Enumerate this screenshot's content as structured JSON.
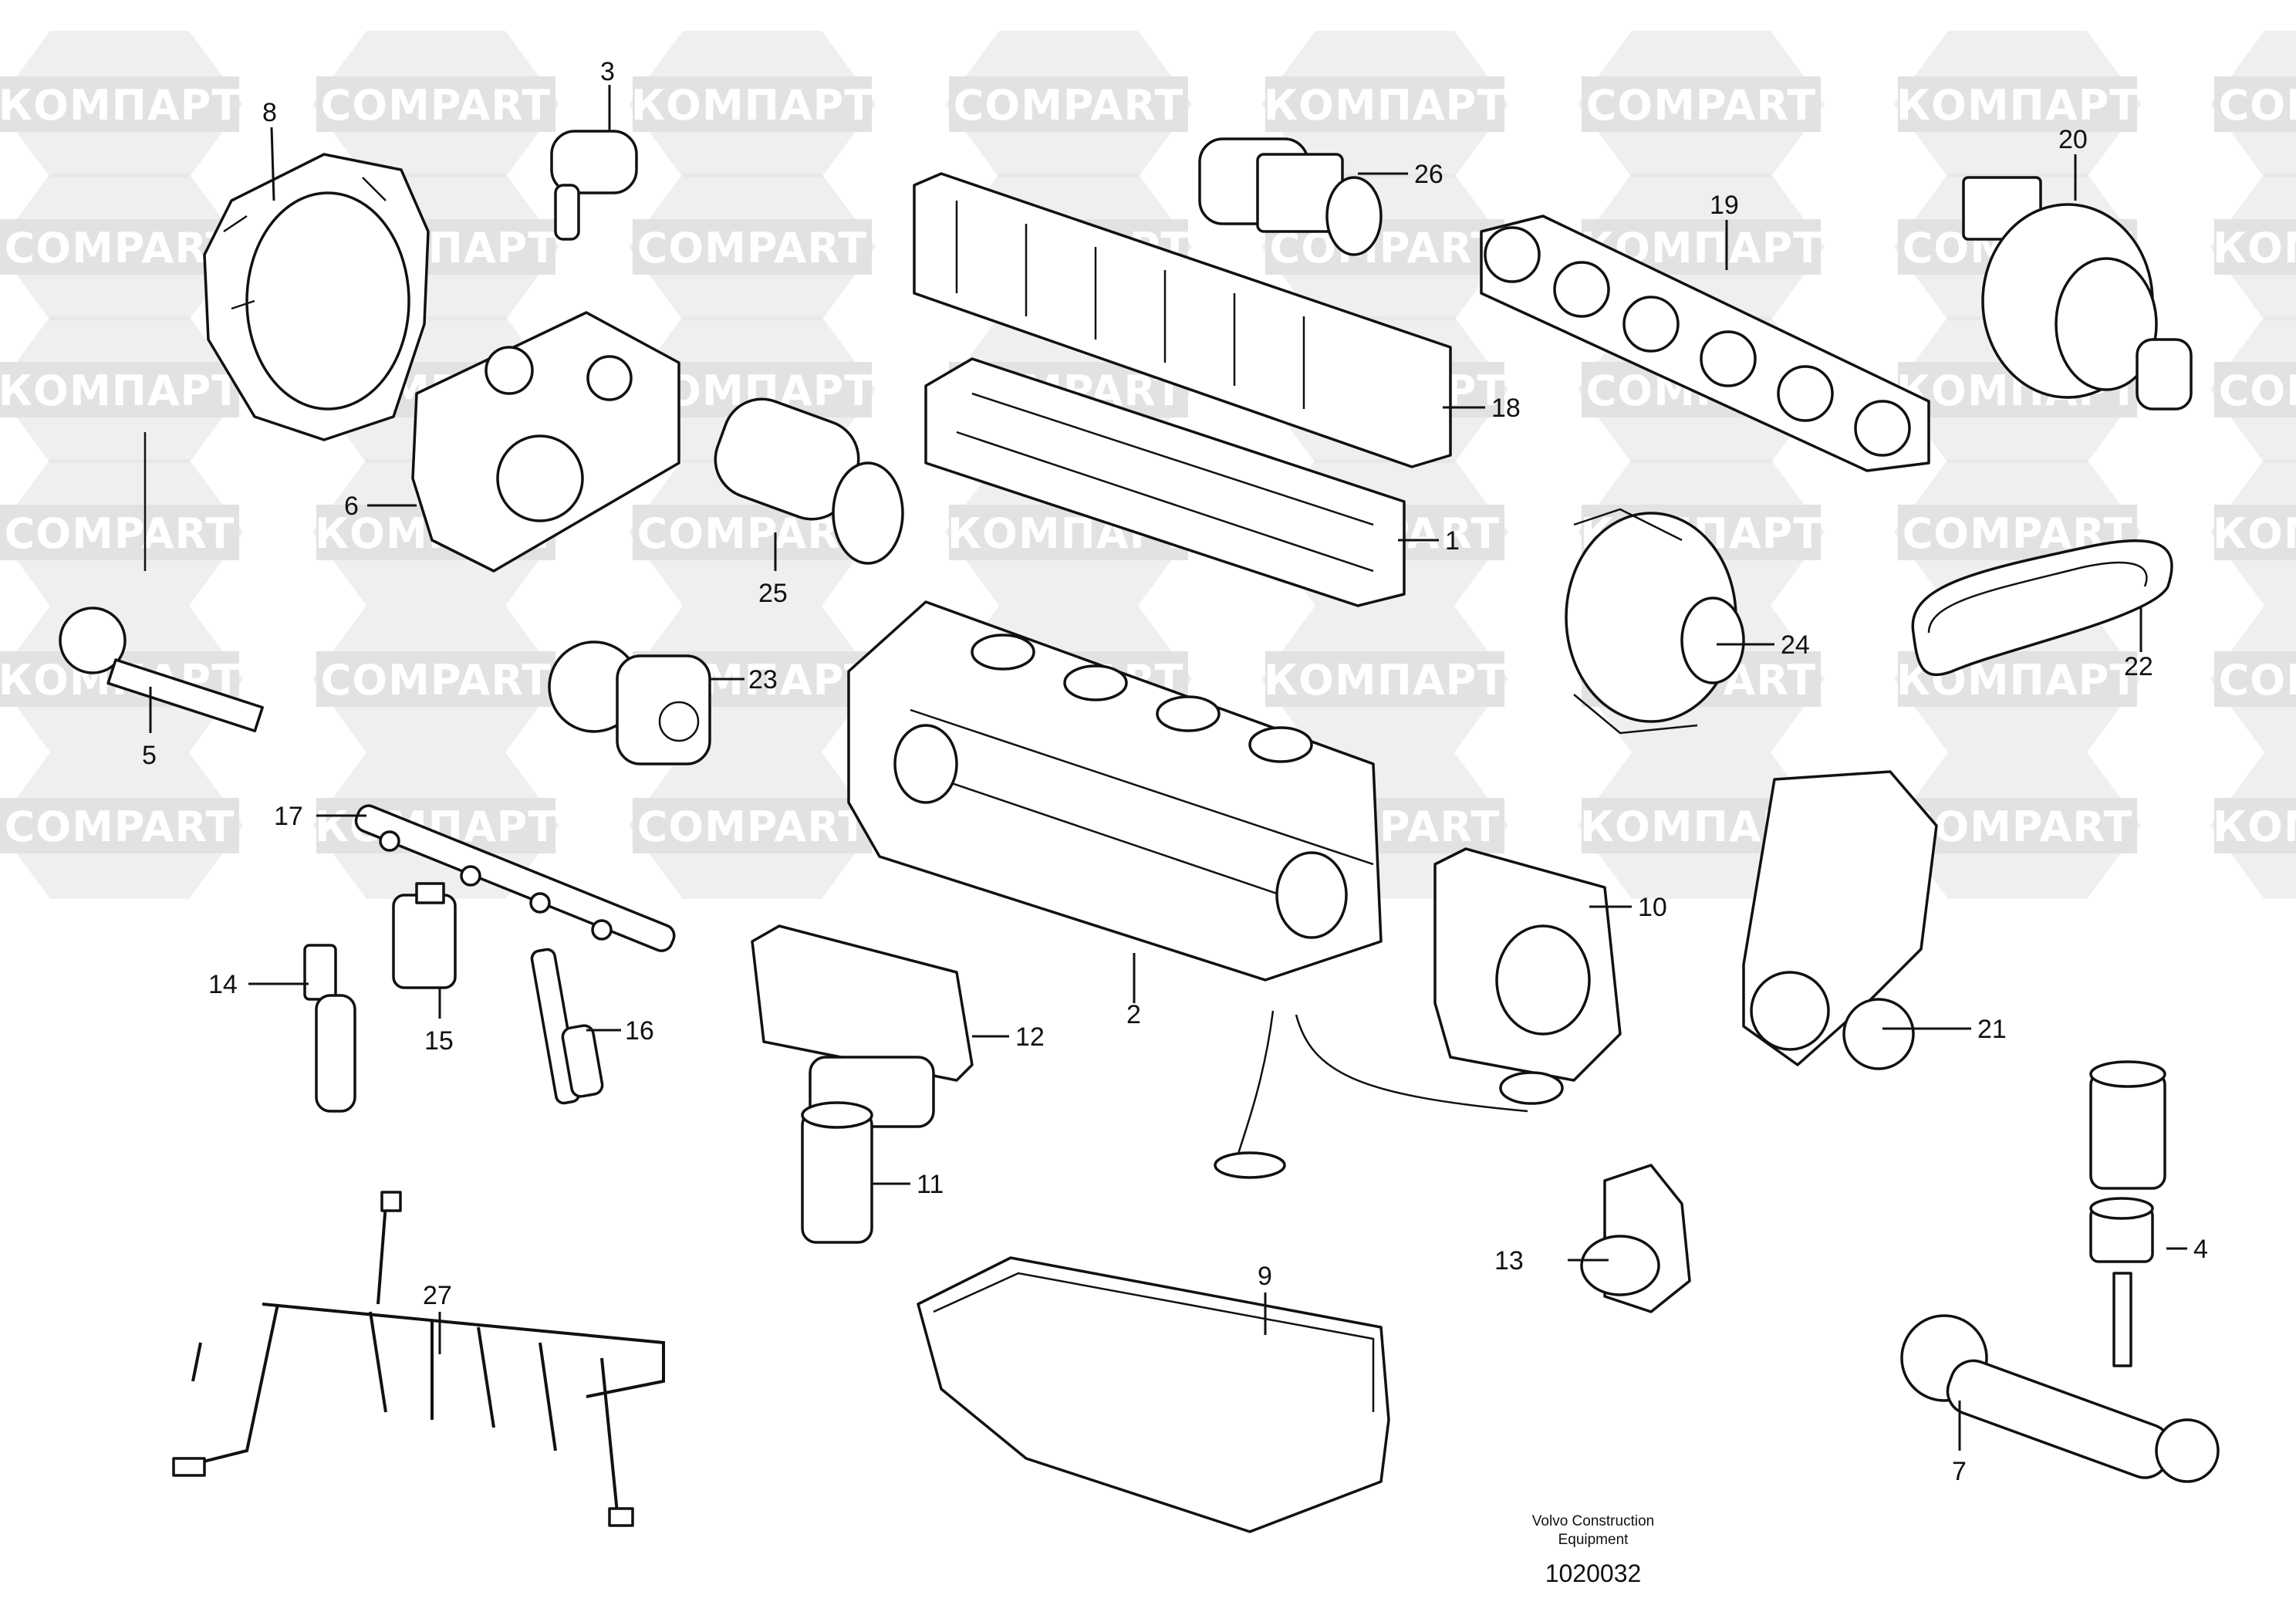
{
  "diagram": {
    "watermarks": [
      "КОМПАРТ",
      "COMPART"
    ],
    "callouts": [
      {
        "label": "1"
      },
      {
        "label": "2"
      },
      {
        "label": "3"
      },
      {
        "label": "4"
      },
      {
        "label": "5"
      },
      {
        "label": "6"
      },
      {
        "label": "7"
      },
      {
        "label": "8"
      },
      {
        "label": "9"
      },
      {
        "label": "10"
      },
      {
        "label": "11"
      },
      {
        "label": "12"
      },
      {
        "label": "13"
      },
      {
        "label": "14"
      },
      {
        "label": "15"
      },
      {
        "label": "16"
      },
      {
        "label": "17"
      },
      {
        "label": "18"
      },
      {
        "label": "19"
      },
      {
        "label": "20"
      },
      {
        "label": "21"
      },
      {
        "label": "22"
      },
      {
        "label": "23"
      },
      {
        "label": "24"
      },
      {
        "label": "25"
      },
      {
        "label": "26"
      },
      {
        "label": "27"
      }
    ],
    "caption": {
      "line1": "Volvo Construction",
      "line2": "Equipment",
      "drawing_number": "1020032"
    },
    "colors": {
      "watermark_fill": "#e2e2e2",
      "line": "#111111",
      "background": "#ffffff"
    }
  }
}
